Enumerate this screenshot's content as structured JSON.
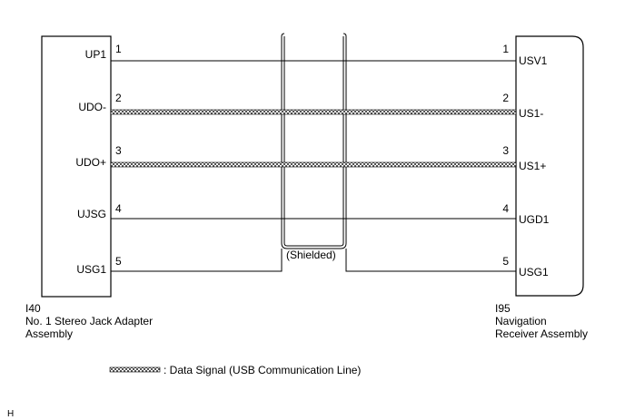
{
  "left_connector": {
    "code": "I40",
    "name_line1": "No. 1 Stereo Jack Adapter",
    "name_line2": "Assembly",
    "pins": [
      {
        "pin": "1",
        "label": "UP1"
      },
      {
        "pin": "2",
        "label": "UDO-"
      },
      {
        "pin": "3",
        "label": "UDO+"
      },
      {
        "pin": "4",
        "label": "UJSG"
      },
      {
        "pin": "5",
        "label": "USG1"
      }
    ]
  },
  "right_connector": {
    "code": "I95",
    "name_line1": "Navigation",
    "name_line2": "Receiver Assembly",
    "pins": [
      {
        "pin": "1",
        "label": "USV1"
      },
      {
        "pin": "2",
        "label": "US1-"
      },
      {
        "pin": "3",
        "label": "US1+"
      },
      {
        "pin": "4",
        "label": "UGD1"
      },
      {
        "pin": "5",
        "label": "USG1"
      }
    ]
  },
  "shield_label": "(Shielded)",
  "legend": {
    "text": ": Data Signal (USB Communication Line)"
  },
  "corner_mark": "H",
  "wire_style": [
    "plain",
    "data",
    "data",
    "plain",
    "shield-ground"
  ],
  "colors": {
    "line": "#000000",
    "data_fill": "#999999"
  }
}
